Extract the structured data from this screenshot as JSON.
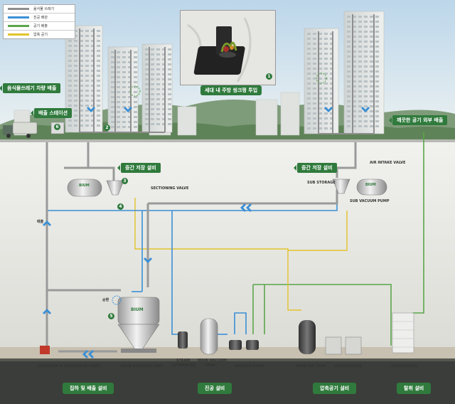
{
  "legend": [
    {
      "label": "음식물 쓰레기",
      "color": "#8e8e8e"
    },
    {
      "label": "진공 배관",
      "color": "#3a8fd6"
    },
    {
      "label": "공기 배출",
      "color": "#5aa64a"
    },
    {
      "label": "압축 공기",
      "color": "#e3c32a"
    }
  ],
  "top_labels": {
    "truck_discharge": "음식물쓰레기 차량 배출",
    "discharge_station": "배출 스테이션",
    "kitchen_sink_input": "세대 내 주방 씽크펑 투입",
    "clean_air_exhaust": "깨끗한 공기 외부 배출",
    "mid_storage_left": "중간 저장 설비",
    "mid_storage_right": "중간 저장 설비"
  },
  "numbers": {
    "n1": "1",
    "n2": "2",
    "n3": "3",
    "n4": "4",
    "n5": "5",
    "n6": "6"
  },
  "equipment": {
    "sectioning_valve": "SECTIONING VALVE",
    "air_intake_valve": "AIR INTAKE VALVE",
    "sub_storage": "SUB STORAGE",
    "sub_vacuum_pump": "SUB VACUUM PUMP",
    "shredder": "SHREDDER & DISCHARGE PUMP",
    "main_storage_tank": "MAIN STORAGE TANK",
    "steam_separator_1": "STEAM",
    "steam_separator_2": "SEPARATOR",
    "main_vacuum_tank_1": "MAIN VACUUM",
    "main_vacuum_tank_2": "TANK",
    "vacuum_pump": "VACUUM PUMP",
    "main_air_tank": "MAIN AIR TANK",
    "compressor": "COMPRESSOR",
    "deodorizer": "DEODORIZER",
    "discharge_side": "배출",
    "circulation": "순환",
    "bium_1": "BIUM",
    "bium_2": "BIUM",
    "bium_3": "BIUM"
  },
  "bottom_tags": {
    "collect": "집하 및 배출 설비",
    "vacuum": "진공 설비",
    "compressed_air": "압축공기 설비",
    "deodorize": "탈취 설비"
  }
}
